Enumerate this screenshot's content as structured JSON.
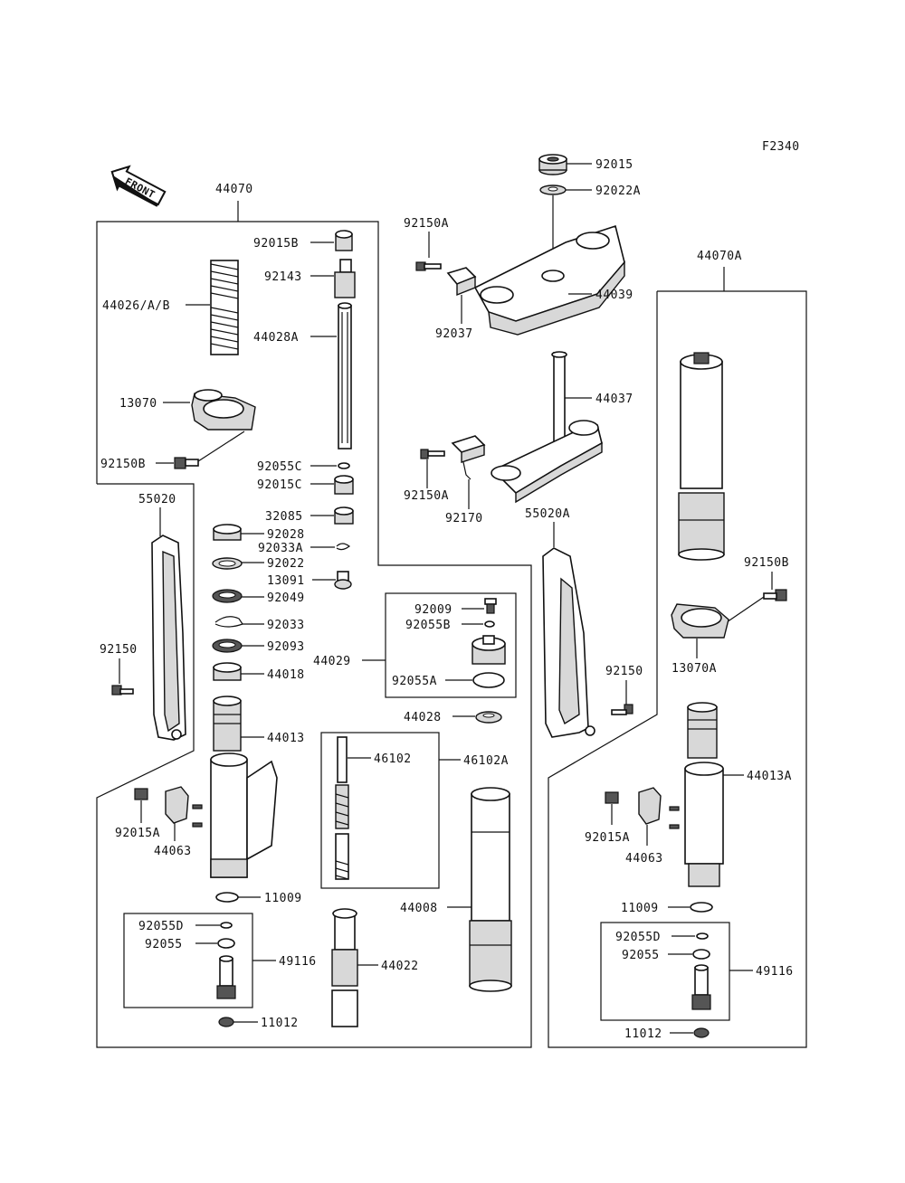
{
  "figure_code": "F2340",
  "front_arrow_label": "FRONT",
  "labels": {
    "l44070": "44070",
    "l44070A": "44070A",
    "l92015": "92015",
    "l92022A": "92022A",
    "l92150A_top": "92150A",
    "l44039": "44039",
    "l92037": "92037",
    "l44037": "44037",
    "l92150A_mid": "92150A",
    "l92170": "92170",
    "l55020A": "55020A",
    "l92150_right": "92150",
    "l92015B": "92015B",
    "l92143": "92143",
    "l44026AB": "44026/A/B",
    "l44028A": "44028A",
    "l13070": "13070",
    "l92150B_left": "92150B",
    "l92055C": "92055C",
    "l92015C": "92015C",
    "l55020": "55020",
    "l32085": "32085",
    "l92028": "92028",
    "l92033A": "92033A",
    "l92022": "92022",
    "l13091": "13091",
    "l92049": "92049",
    "l92033": "92033",
    "l92150_left": "92150",
    "l92093": "92093",
    "l44018": "44018",
    "l44013": "44013",
    "l92015A_left": "92015A",
    "l44063_left": "44063",
    "l11009_left": "11009",
    "l92055D_left": "92055D",
    "l92055_left": "92055",
    "l49116_left": "49116",
    "l11012_left": "11012",
    "l92009": "92009",
    "l92055B": "92055B",
    "l44029": "44029",
    "l92055A": "92055A",
    "l44028": "44028",
    "l46102": "46102",
    "l46102A": "46102A",
    "l44008": "44008",
    "l44022": "44022",
    "l92150B_right": "92150B",
    "l13070A": "13070A",
    "l44013A": "44013A",
    "l92015A_right": "92015A",
    "l44063_right": "44063",
    "l11009_right": "11009",
    "l92055D_right": "92055D",
    "l92055_right": "92055",
    "l49116_right": "49116",
    "l11012_right": "11012"
  }
}
